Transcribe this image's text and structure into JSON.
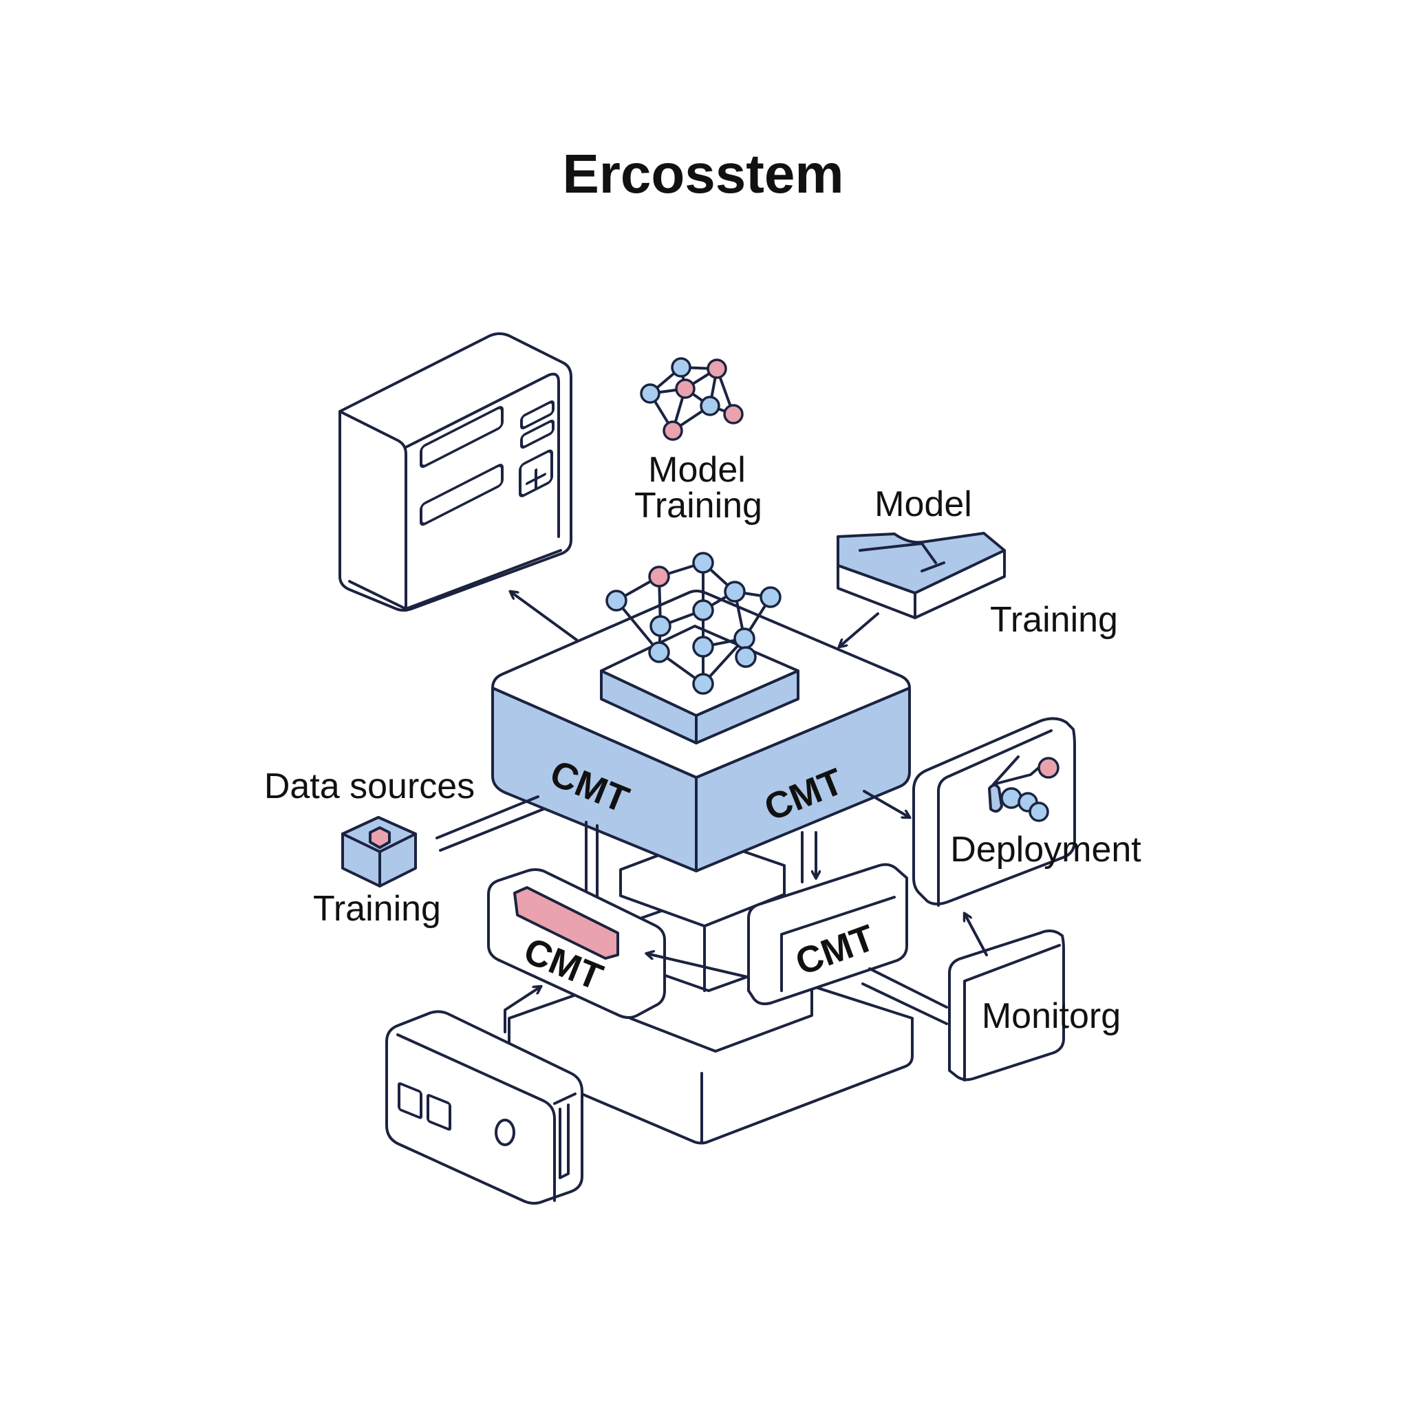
{
  "title": "Ercosstem",
  "labels": {
    "model_training_top": [
      "Model",
      "Training"
    ],
    "model_right": "Model",
    "training_right": "Training",
    "data_sources": "Data sources",
    "training_left": "Training",
    "deployment": "Deployment",
    "monitoring": "Monitorg"
  },
  "core": {
    "face_left": "CMT",
    "face_right": "CMT",
    "module_left": "CMT",
    "module_right": "CMT"
  },
  "colors": {
    "outline": "#1b2340",
    "accent_blue": "#aec8ea",
    "accent_pink": "#e9a2ae"
  },
  "icons": [
    "dashboard-panel-icon",
    "network-graph-icon",
    "model-slab-icon",
    "data-cube-icon",
    "deployment-device-icon",
    "monitor-device-icon",
    "hardware-device-icon"
  ]
}
